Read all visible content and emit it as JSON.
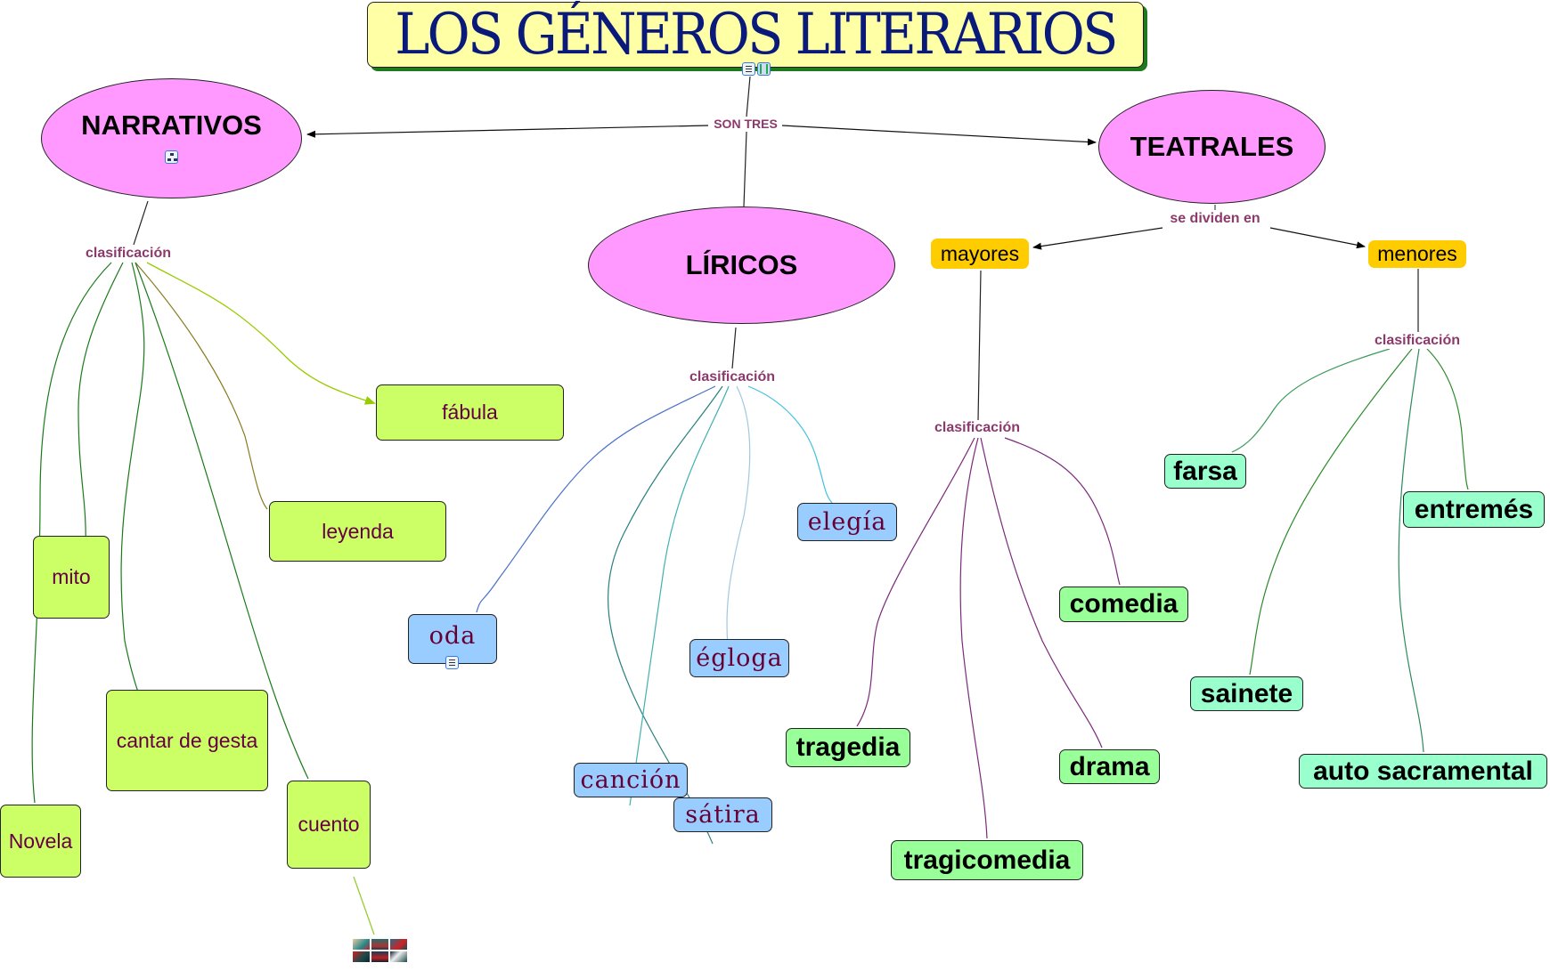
{
  "title": "LOS GÉNEROS LITERARIOS",
  "title_icons": [
    "document-image-icon",
    "film-icon"
  ],
  "link_labels": {
    "root": "SON TRES",
    "narrativos": "clasificación",
    "liricos": "clasificación",
    "teatrales": "se dividen en",
    "mayores": "clasificación",
    "menores": "clasificación"
  },
  "genres": {
    "narrativos": "NARRATIVOS",
    "liricos": "LÍRICOS",
    "teatrales": "TEATRALES"
  },
  "narrativos_items": [
    "fábula",
    "leyenda",
    "mito",
    "cantar de gesta",
    "cuento",
    "Novela"
  ],
  "liricos_items": [
    "elegía",
    "oda",
    "égloga",
    "canción",
    "sátira"
  ],
  "teatrales_divisions": [
    "mayores",
    "menores"
  ],
  "mayores_items": [
    "comedia",
    "tragedia",
    "drama",
    "tragicomedia"
  ],
  "menores_items": [
    "farsa",
    "entremés",
    "sainete",
    "auto sacramental"
  ],
  "colors": {
    "ellipse": "#ff99ff",
    "narrativos_box": "#ccff66",
    "liricos_box": "#99ccff",
    "division_box": "#ffcc00",
    "mayores_box": "#99ff99",
    "menores_box": "#99ffcc",
    "title_bg": "#ffffa6",
    "link_text": "#8b3a6b"
  }
}
